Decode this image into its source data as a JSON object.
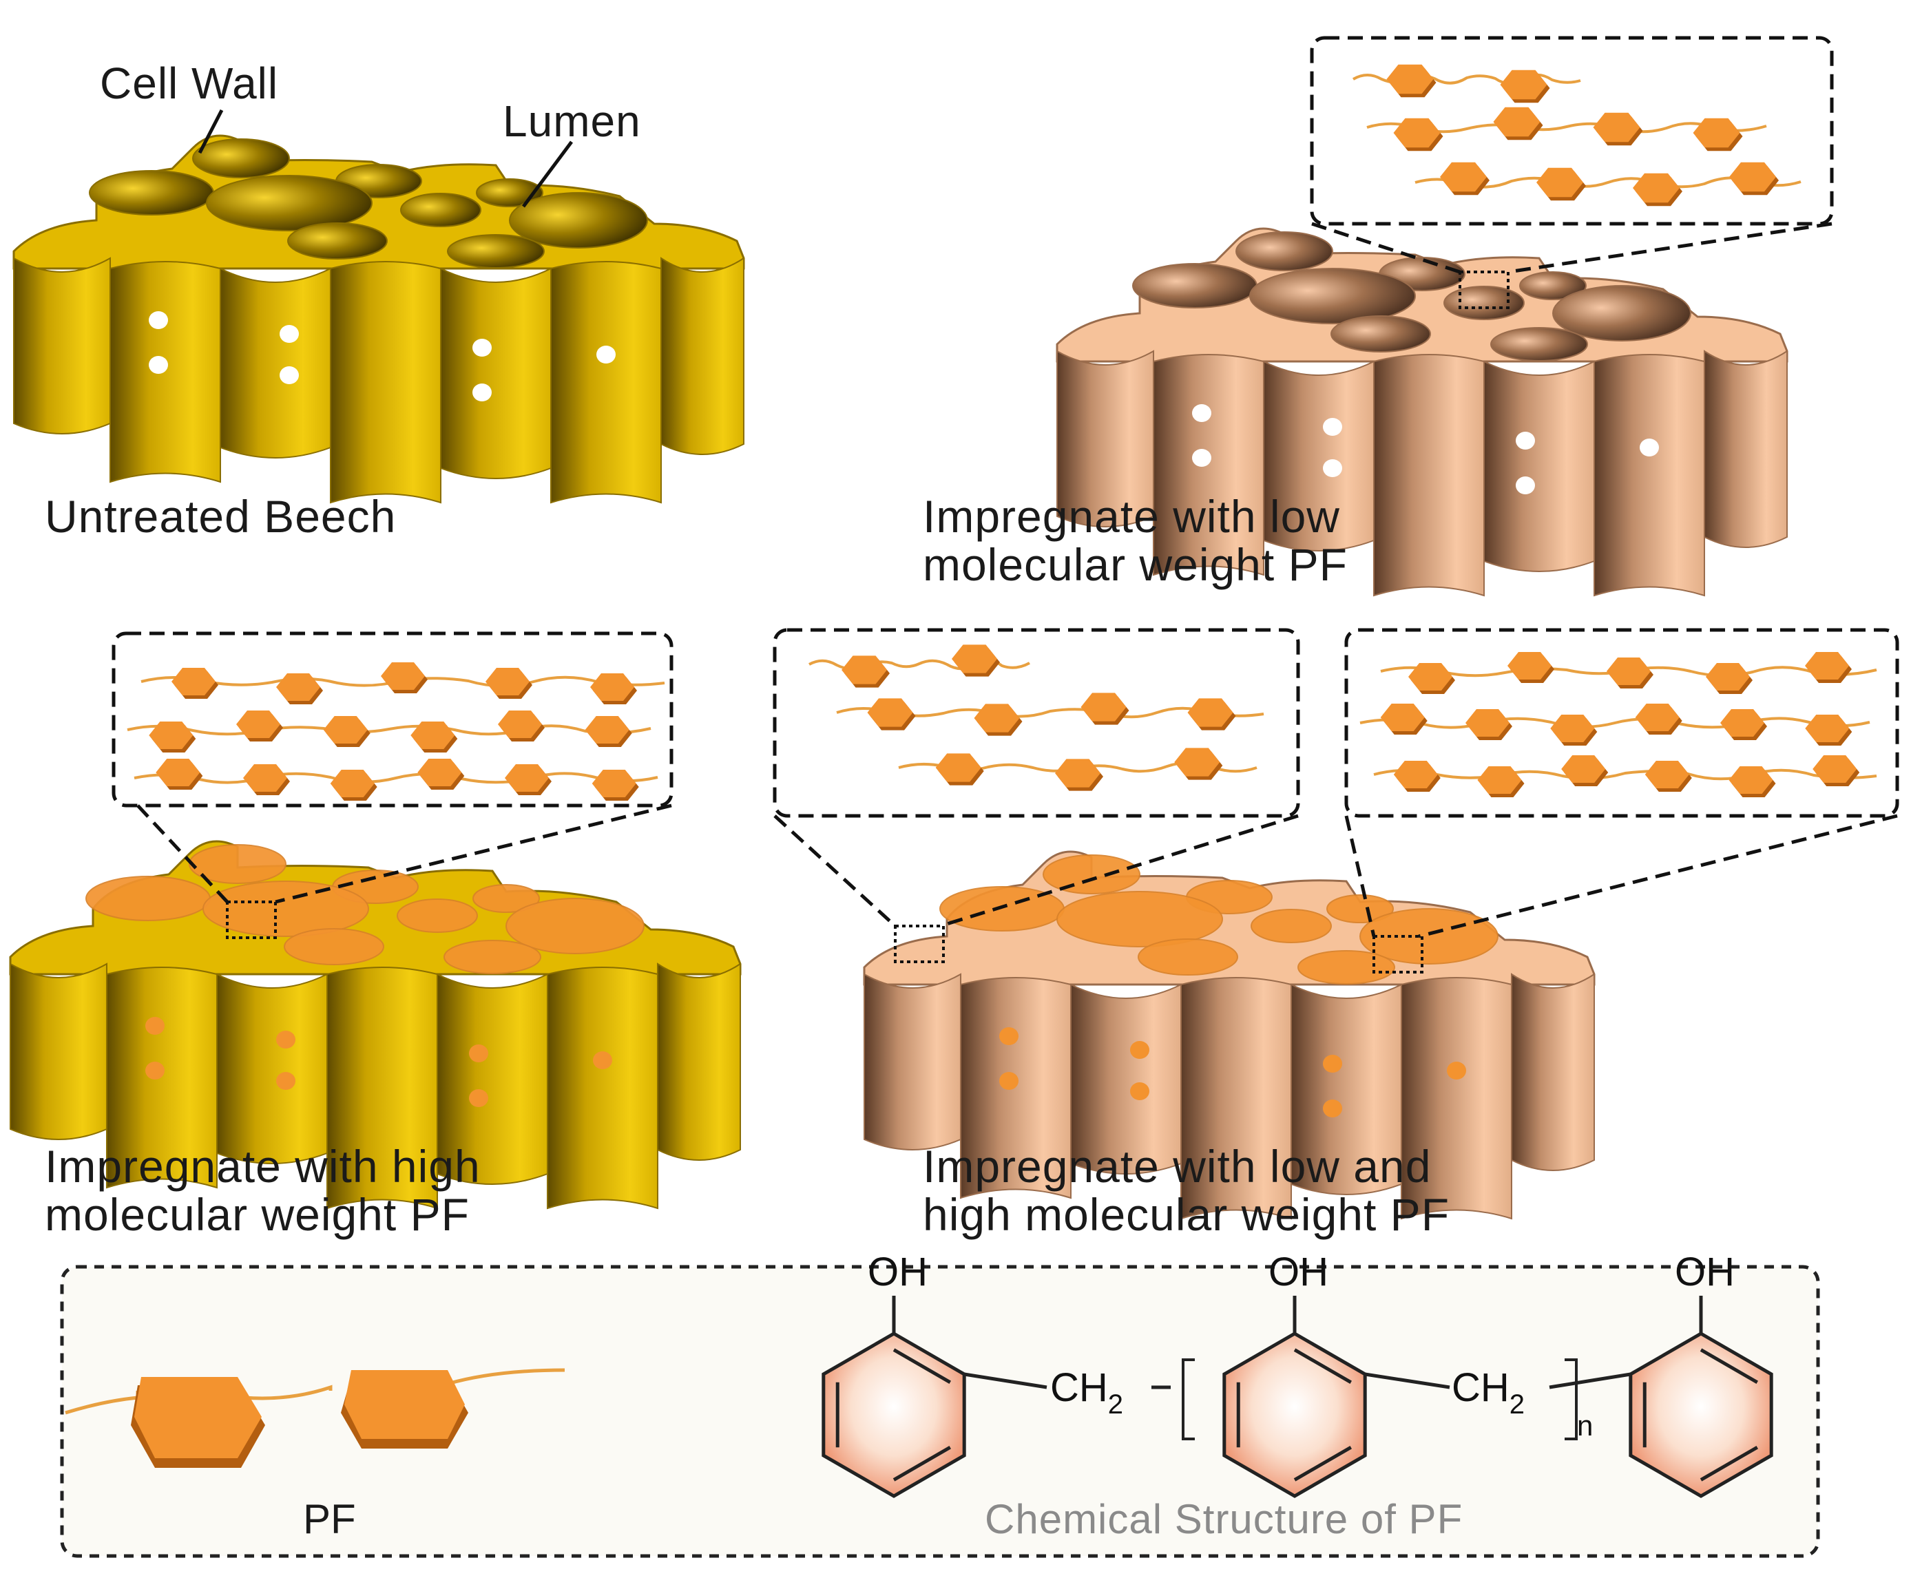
{
  "colors": {
    "untreated_wood": "#e2b900",
    "untreated_wood_dark": "#8a6e00",
    "treated_wood": "#f6c29a",
    "treated_wood_dark": "#9a6c4c",
    "pf_orange": "#f3932f",
    "pf_orange_dark": "#b35e10",
    "chain": "#e8a040",
    "caption_gray": "#8a8a8a"
  },
  "callouts": {
    "cell_wall": "Cell Wall",
    "lumen": "Lumen"
  },
  "panels": [
    {
      "id": "untreated",
      "caption_lines": [
        "Untreated Beech"
      ]
    },
    {
      "id": "low_mw",
      "caption_lines": [
        "Impregnate with low",
        "molecular weight PF"
      ]
    },
    {
      "id": "high_mw",
      "caption_lines": [
        "Impregnate with high",
        "molecular weight PF"
      ]
    },
    {
      "id": "low_high_mw",
      "caption_lines": [
        "Impregnate with low and",
        "high molecular weight PF"
      ]
    }
  ],
  "legend": {
    "pf_label": "PF",
    "structure_caption": "Chemical Structure of PF",
    "oh": "OH",
    "ch2": "CH",
    "subscript_2": "2",
    "subscript_n": "n"
  }
}
